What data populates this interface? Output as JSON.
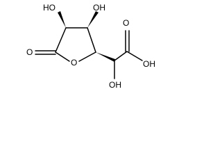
{
  "molecule": {
    "atom_labels": {
      "ring_oh_left": "HO",
      "ring_oh_right": "OH",
      "carbonyl_o": "O",
      "ring_o": "O",
      "acid_oh": "OH",
      "acid_o": "O",
      "side_oh": "OH"
    }
  },
  "colors": {
    "bond": "#000000",
    "label": "#000000",
    "background": "#ffffff"
  }
}
